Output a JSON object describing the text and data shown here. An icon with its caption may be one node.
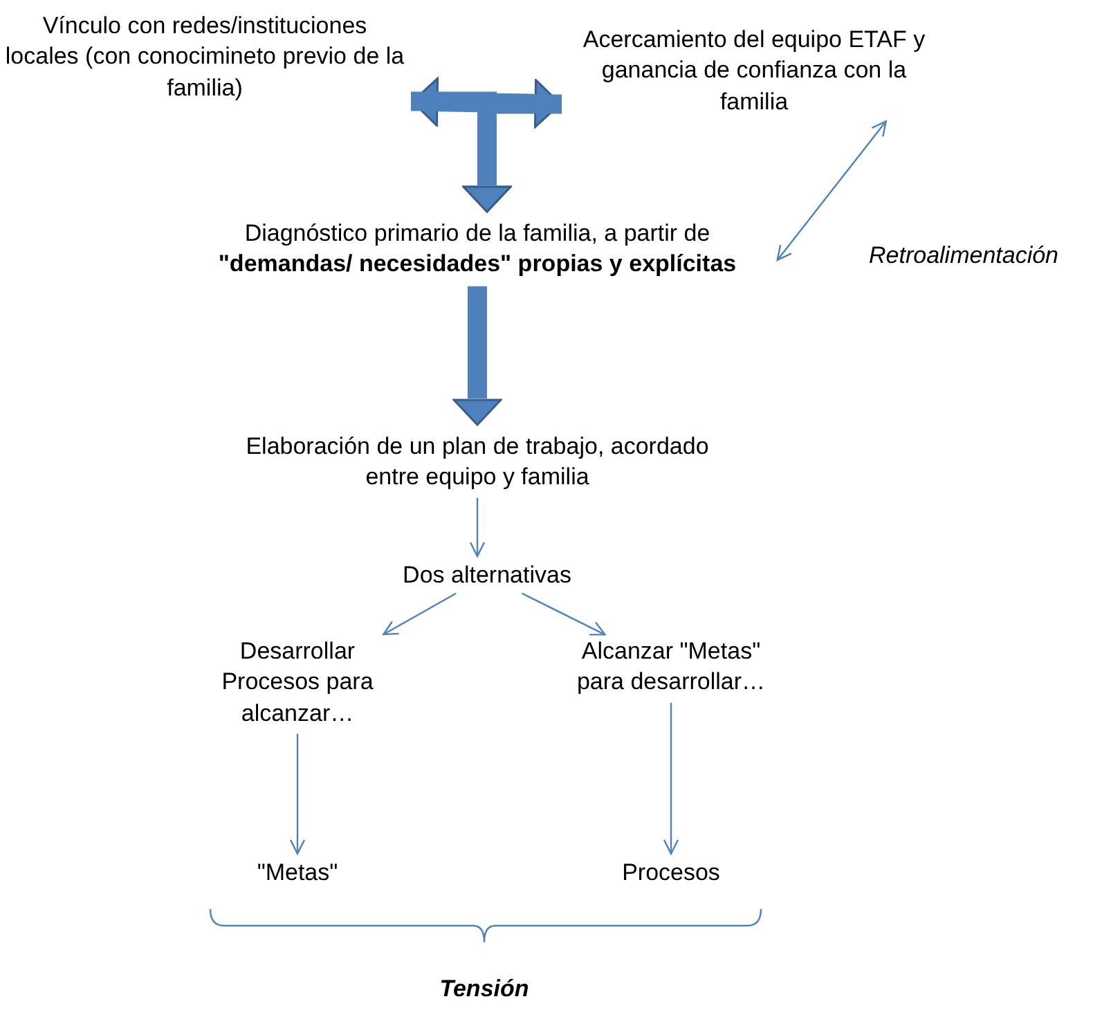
{
  "diagram": {
    "nodes": [
      {
        "text": [
          "Vínculo con redes/instituciones locales (con conocimineto previo de la familia)"
        ]
      },
      {
        "text": [
          "Acercamiento del equipo ETAF y ganancia de confianza con la familia"
        ]
      },
      {
        "text": [
          "Diagnóstico primario de la familia, a partir de **\"demandas/ necesidades\" propias y explícitas**"
        ]
      },
      {
        "text": [
          "Elaboración de un plan de trabajo, acordado entre equipo y familia"
        ]
      },
      {
        "text": [
          "Dos alternativas"
        ]
      },
      {
        "text": [
          "Desarrollar Procesos para alcanzar…"
        ]
      },
      {
        "text": [
          "Alcanzar \"Metas\" para desarrollar…"
        ]
      },
      {
        "text": [
          "\"Metas\""
        ]
      },
      {
        "text": [
          "Procesos"
        ]
      }
    ],
    "edges": [
      {
        "from": 0,
        "to": 1,
        "arrow": "both",
        "style": "thick"
      },
      {
        "from": 0,
        "to": 2,
        "arrow": "to",
        "style": "thick"
      },
      {
        "from": 1,
        "to": 2,
        "arrow": "to",
        "style": "thick"
      },
      {
        "from": 2,
        "to": 3,
        "arrow": "to",
        "style": "thick"
      },
      {
        "from": 3,
        "to": 4,
        "arrow": "to"
      },
      {
        "from": 4,
        "to": 5,
        "arrow": "to"
      },
      {
        "from": 4,
        "to": 6,
        "arrow": "to"
      },
      {
        "from": 5,
        "to": 7,
        "arrow": "to"
      },
      {
        "from": 6,
        "to": 8,
        "arrow": "to"
      },
      {
        "from": 1,
        "to": 2,
        "arrow": "both"
      }
    ],
    "labels": [
      "Retroalimentación",
      "Tensión"
    ]
  }
}
